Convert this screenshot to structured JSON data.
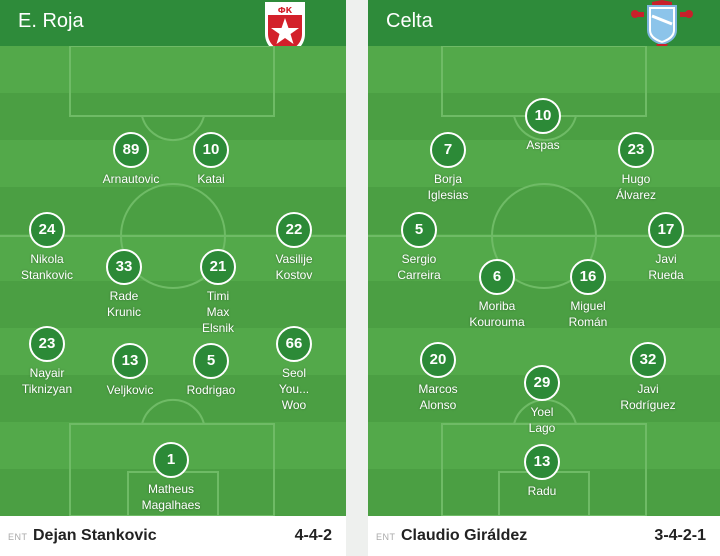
{
  "home": {
    "team": "E. Roja",
    "crest": "red-star-crest",
    "coach_label": "ENT",
    "coach": "Dejan Stankovic",
    "formation": "4-4-2",
    "players": [
      {
        "number": "89",
        "name": "Arnautovic"
      },
      {
        "number": "10",
        "name": "Katai"
      },
      {
        "number": "24",
        "name": "Nikola\nStankovic"
      },
      {
        "number": "33",
        "name": "Rade\nKrunic"
      },
      {
        "number": "21",
        "name": "Timi\nMax\nElsnik"
      },
      {
        "number": "22",
        "name": "Vasilije\nKostov"
      },
      {
        "number": "23",
        "name": "Nayair\nTiknizyan"
      },
      {
        "number": "13",
        "name": "Veljkovic"
      },
      {
        "number": "5",
        "name": "Rodrigao"
      },
      {
        "number": "66",
        "name": "Seol\nYou...\nWoo"
      },
      {
        "number": "1",
        "name": "Matheus\nMagalhaes"
      }
    ]
  },
  "away": {
    "team": "Celta",
    "crest": "celta-crest",
    "coach_label": "ENT",
    "coach": "Claudio Giráldez",
    "formation": "3-4-2-1",
    "players": [
      {
        "number": "7",
        "name": "Borja\nIglesias"
      },
      {
        "number": "23",
        "name": "Hugo\nÁlvarez"
      },
      {
        "number": "10",
        "name": "Aspas"
      },
      {
        "number": "5",
        "name": "Sergio\nCarreira"
      },
      {
        "number": "17",
        "name": "Javi\nRueda"
      },
      {
        "number": "6",
        "name": "Moriba\nKourouma"
      },
      {
        "number": "16",
        "name": "Miguel\nRomán"
      },
      {
        "number": "20",
        "name": "Marcos\nAlonso"
      },
      {
        "number": "32",
        "name": "Javi\nRodríguez"
      },
      {
        "number": "29",
        "name": "Yoel\nLago"
      },
      {
        "number": "13",
        "name": "Radu"
      }
    ]
  },
  "colors": {
    "header": "#2e8b3a",
    "stripe_light": "#53a94a",
    "stripe_dark": "#4b9f43",
    "line": "#6fbb66"
  }
}
